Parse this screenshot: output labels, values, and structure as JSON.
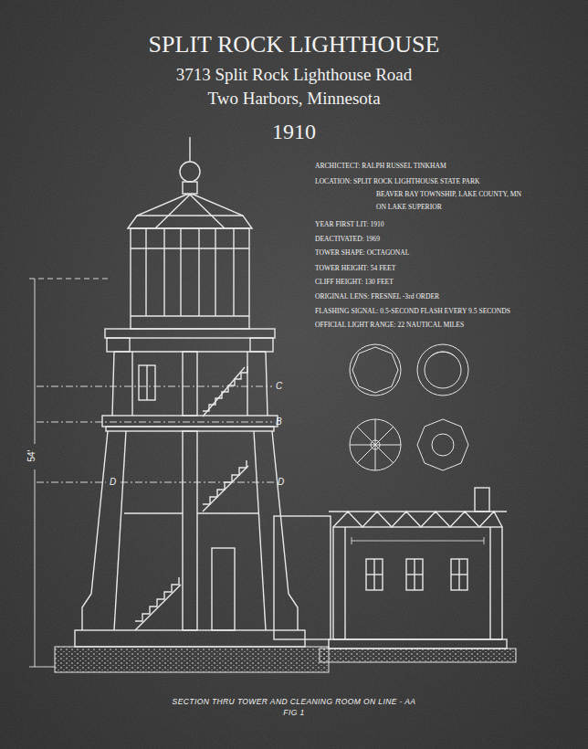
{
  "diagram": {
    "title": "SPLIT ROCK LIGHTHOUSE",
    "caption": "SECTION THRU TOWER AND CLEANING ROOM ON LINE - AA",
    "labels": [
      "3713 Split Rock Lighthouse Road",
      "Two Harbors, Minnesota",
      "1910",
      "ARCHICTECT:  RALPH RUSSEL TINKHAM",
      "LOCATION:  SPLIT ROCK LIGHTHOUSE STATE PARK",
      "BEAVER BAY TOWNSHIP, LAKE  COUNTY, MN",
      "ON LAKE SUPERIOR",
      "YEAR FIRST LIT:  1910",
      "DEACTIVATED:  1969",
      "TOWER SHAPE:  OCTAGONAL",
      "TOWER HEIGHT:  54 FEET",
      "CLIFF HEIGHT:  130 FEET",
      "ORIGINAL LENS:  FRESNEL -3rd ORDER",
      "FLASHING SIGNAL:  0.5-SECOND FLASH EVERY 9.5 SECONDS",
      "OFFICIAL LIGHT RANGE:  22 NAUTICAL MILES",
      "54'",
      "C",
      "B",
      "D",
      "D",
      "FIG 1"
    ]
  }
}
